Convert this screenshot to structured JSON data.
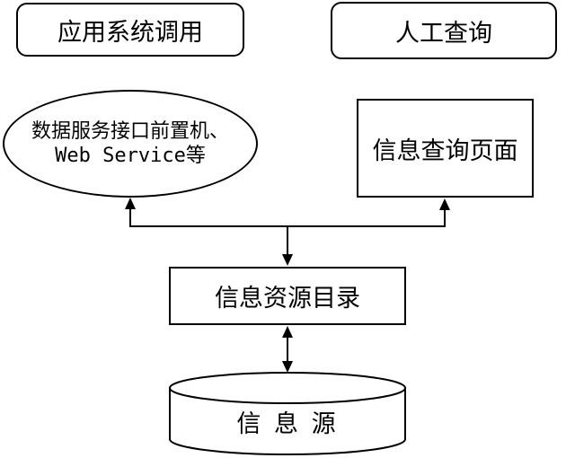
{
  "diagram": {
    "background_color": "#ffffff",
    "stroke_color": "#000000",
    "node_fill_color": "#ffffff",
    "nodes": {
      "app_call": {
        "label": "应用系统调用",
        "shape": "rounded-rect"
      },
      "manual_query": {
        "label": "人工查询",
        "shape": "rounded-rect"
      },
      "frontend": {
        "label_line1": "数据服务接口前置机、",
        "label_line2": "Web Service等",
        "shape": "ellipse"
      },
      "query_page": {
        "label": "信息查询页面",
        "shape": "rect"
      },
      "catalog": {
        "label": "信息资源目录",
        "shape": "rect"
      },
      "source": {
        "label": "信 息 源",
        "shape": "cylinder"
      }
    },
    "edges": [
      {
        "from": "catalog-branch",
        "to": "frontend",
        "arrow": "up"
      },
      {
        "from": "catalog-branch",
        "to": "query_page",
        "arrow": "up"
      },
      {
        "from": "branch-line",
        "to": "catalog",
        "arrow": "down"
      },
      {
        "between": [
          "catalog",
          "source"
        ],
        "arrow": "double"
      }
    ]
  }
}
